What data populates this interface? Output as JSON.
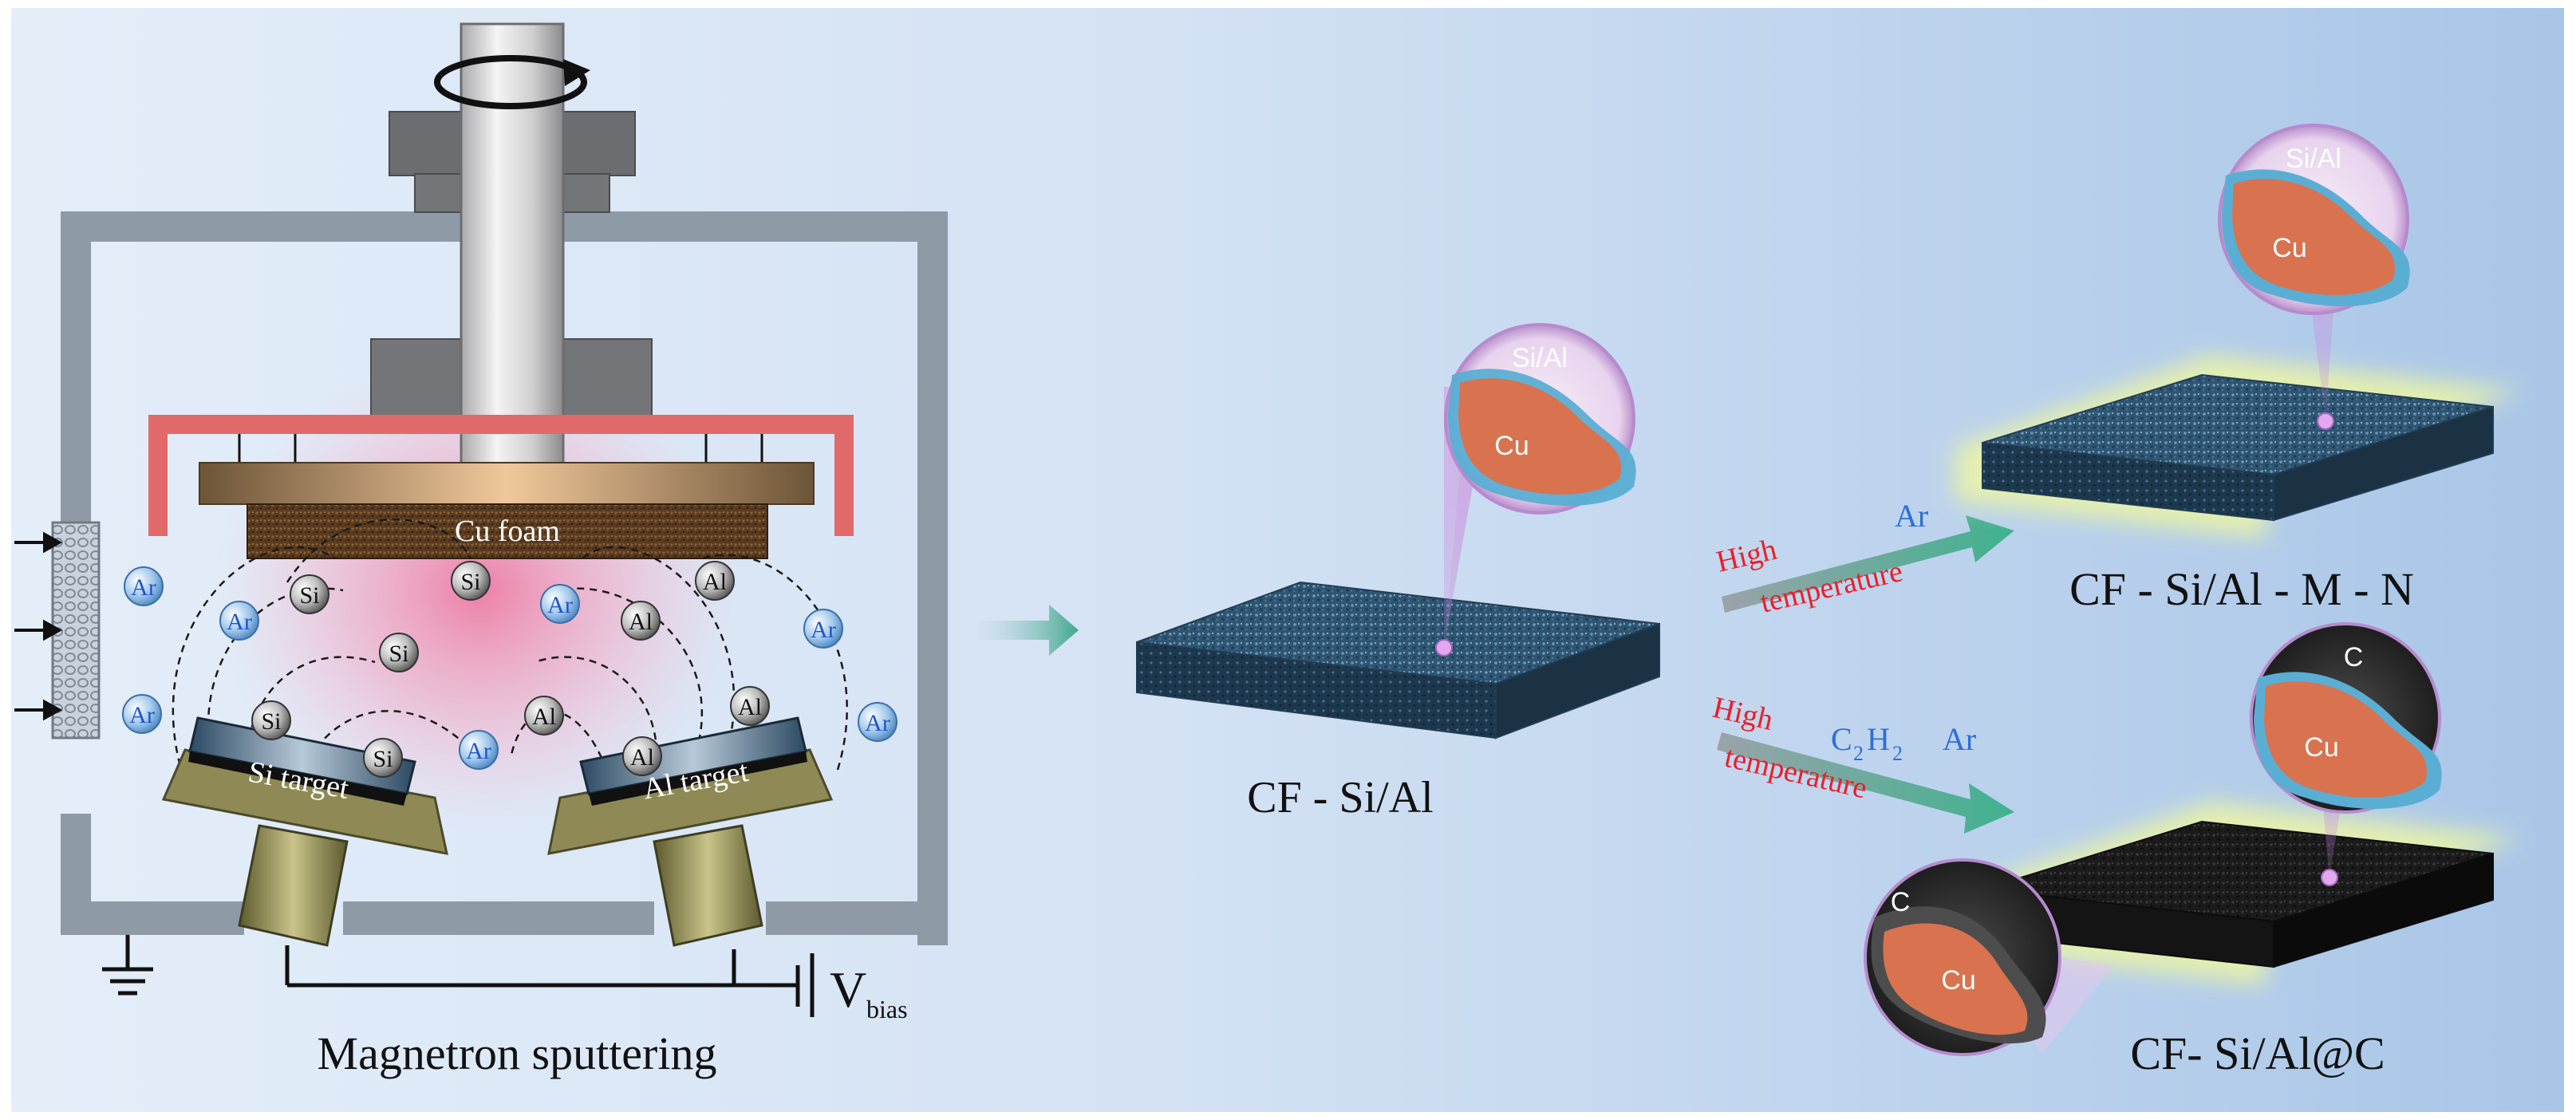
{
  "sputtering": {
    "caption": "Magnetron sputtering",
    "substrate_label": "Cu foam",
    "si_target_label": "Si target",
    "al_target_label": "Al target",
    "bias_symbol": "V",
    "bias_subscript": "bias",
    "argon_atom": "Ar",
    "silicon_atom": "Si",
    "aluminum_atom": "Al"
  },
  "intermediate": {
    "label": "CF - Si/Al",
    "zoom_shell": "Si/Al",
    "zoom_core": "Cu"
  },
  "route_top": {
    "condition_line1": "High",
    "condition_line2": "temperature",
    "gas": "Ar",
    "product_label": "CF - Si/Al - M - N",
    "zoom_shell": "Si/Al",
    "zoom_core": "Cu"
  },
  "route_bottom": {
    "condition_line1": "High",
    "condition_line2": "temperature",
    "gas_c": "C",
    "gas_c_sub": "2",
    "gas_h": "H",
    "gas_h_sub": "2",
    "gas_ar": "Ar",
    "product_label": "CF- Si/Al@C",
    "zoom_top_shell": "C",
    "zoom_top_core": "Cu",
    "zoom_side_shell": "C",
    "zoom_side_core": "Cu"
  },
  "colors": {
    "chamber_wall": "#8e9aa6",
    "holder_red": "#e06a6a",
    "condition_red": "#e8202a",
    "gas_blue": "#2d6fd8",
    "arrow_teal": "#4aa890",
    "foam_blue": "#3f6f93",
    "foam_dark": "#1c1c1c",
    "copper": "#d9724f",
    "shell_blue": "#5aaed3"
  }
}
